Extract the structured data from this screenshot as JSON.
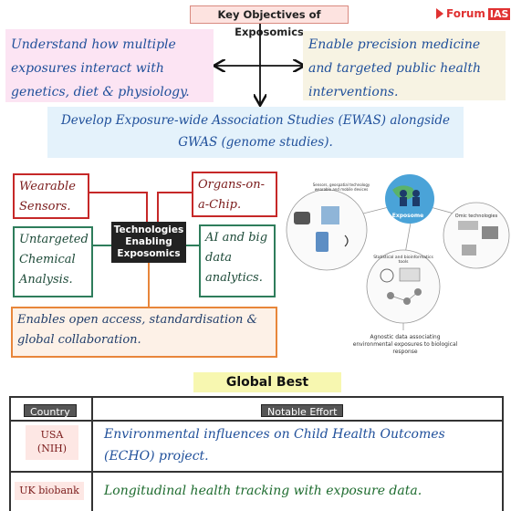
{
  "header": {
    "title": "Key Objectives of Exposomics",
    "brand_text": "Forum",
    "brand_badge": "IAS"
  },
  "objectives": {
    "left": "Understand how multiple exposures interact with genetics, diet & physiology.",
    "right": "Enable precision medicine and targeted public health interventions.",
    "bottom": "Develop Exposure-wide Association Studies (EWAS) alongside GWAS (genome studies)."
  },
  "technologies": {
    "center_label": "Technologies Enabling Exposomics",
    "wearables": "Wearable Sensors.",
    "organs": "Organs-on-a-Chip.",
    "untargeted": "Untargeted Chemical Analysis.",
    "ai": "AI and big data analytics.",
    "open_access": "Enables open access, standardisation & global collaboration."
  },
  "infographic": {
    "center_label": "Exposome",
    "sensors_label": "Sensors, geospatial technology wearable and mobile devices",
    "omic_label": "Omic technologies",
    "stats_label": "Statistical and bioinformatics tools",
    "caption": "Agnostic data associating environmental exposures to biological response"
  },
  "best_practices": {
    "title": "Global Best Practices",
    "col_country": "Country",
    "col_effort": "Notable Effort",
    "rows": [
      {
        "country": "USA (NIH)",
        "effort": "Environmental influences on Child Health Outcomes (ECHO) project."
      },
      {
        "country": "UK biobank",
        "effort": "Longitudinal health tracking with exposure data."
      }
    ]
  },
  "colors": {
    "red": "#c62828",
    "green": "#2e7d5b",
    "orange": "#e8863a",
    "ink_blue": "#1f4f9a"
  }
}
